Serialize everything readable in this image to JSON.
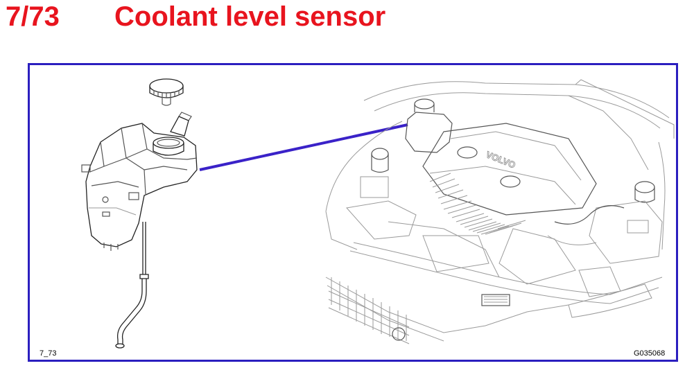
{
  "header": {
    "figure_number": "7/73",
    "title": "Coolant level sensor"
  },
  "figure": {
    "id_label": "7_73",
    "reference_code": "G035068",
    "brand_text": "VOLVO"
  },
  "colors": {
    "title_red": "#e8141e",
    "frame_blue": "#2b1fbf",
    "leader_line": "#3a22c8"
  }
}
